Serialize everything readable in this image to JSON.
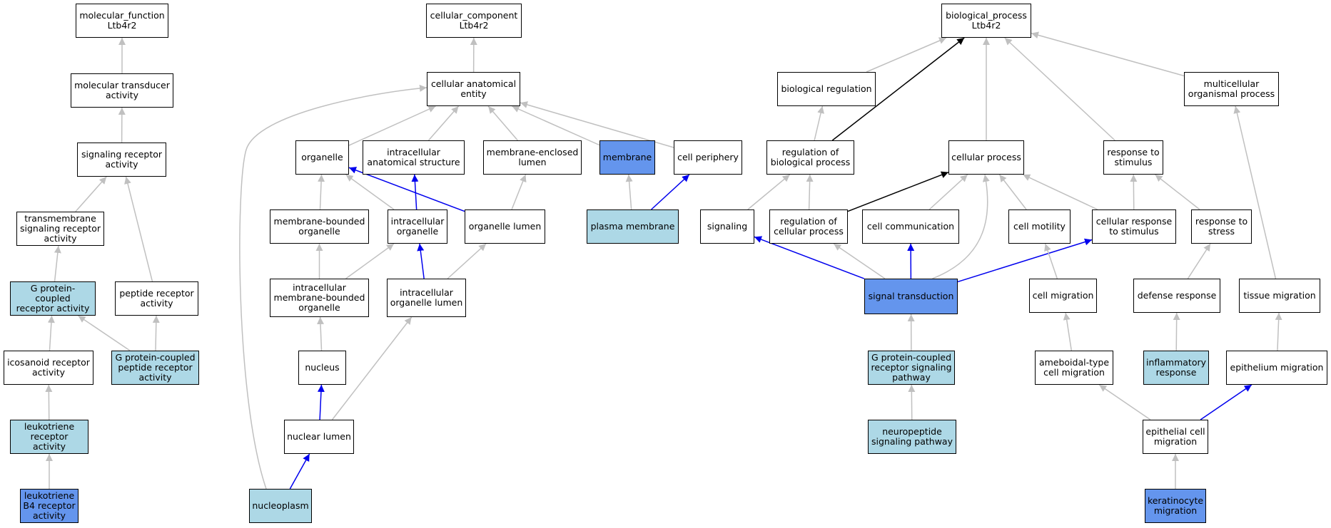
{
  "colors": {
    "light": "#add8e6",
    "strong": "#6495ed",
    "edge_gray": "#c0c0c0",
    "edge_blue": "#0000ee",
    "edge_black": "#000000"
  },
  "nodes": [
    {
      "id": "mf",
      "label": "molecular_function\nLtb4r2",
      "fill": "white"
    },
    {
      "id": "mta",
      "label": "molecular transducer\nactivity",
      "fill": "white"
    },
    {
      "id": "sra",
      "label": "signaling receptor\nactivity",
      "fill": "white"
    },
    {
      "id": "tsra",
      "label": "transmembrane\nsignaling receptor\nactivity",
      "fill": "white"
    },
    {
      "id": "gpcr",
      "label": "G protein-coupled\nreceptor activity",
      "fill": "light"
    },
    {
      "id": "pra",
      "label": "peptide receptor\nactivity",
      "fill": "white"
    },
    {
      "id": "ira",
      "label": "icosanoid receptor\nactivity",
      "fill": "white"
    },
    {
      "id": "gpprc",
      "label": "G protein-coupled\npeptide receptor\nactivity",
      "fill": "light"
    },
    {
      "id": "lra",
      "label": "leukotriene\nreceptor activity",
      "fill": "light"
    },
    {
      "id": "lb4",
      "label": "leukotriene\nB4 receptor\nactivity",
      "fill": "strong"
    },
    {
      "id": "cc",
      "label": "cellular_component\nLtb4r2",
      "fill": "white"
    },
    {
      "id": "cae",
      "label": "cellular anatomical\nentity",
      "fill": "white"
    },
    {
      "id": "org",
      "label": "organelle",
      "fill": "white"
    },
    {
      "id": "ias",
      "label": "intracellular\nanatomical structure",
      "fill": "white"
    },
    {
      "id": "mel",
      "label": "membrane-enclosed\nlumen",
      "fill": "white"
    },
    {
      "id": "mem",
      "label": "membrane",
      "fill": "strong"
    },
    {
      "id": "cp",
      "label": "cell periphery",
      "fill": "white"
    },
    {
      "id": "mbo",
      "label": "membrane-bounded\norganelle",
      "fill": "white"
    },
    {
      "id": "io",
      "label": "intracellular\norganelle",
      "fill": "white"
    },
    {
      "id": "ol",
      "label": "organelle lumen",
      "fill": "white"
    },
    {
      "id": "pm",
      "label": "plasma membrane",
      "fill": "light"
    },
    {
      "id": "imbo",
      "label": "intracellular\nmembrane-bounded\norganelle",
      "fill": "white"
    },
    {
      "id": "iol",
      "label": "intracellular\norganelle lumen",
      "fill": "white"
    },
    {
      "id": "nuc",
      "label": "nucleus",
      "fill": "white"
    },
    {
      "id": "nl",
      "label": "nuclear lumen",
      "fill": "white"
    },
    {
      "id": "np",
      "label": "nucleoplasm",
      "fill": "light"
    },
    {
      "id": "bp",
      "label": "biological_process\nLtb4r2",
      "fill": "white"
    },
    {
      "id": "br",
      "label": "biological regulation",
      "fill": "white"
    },
    {
      "id": "mop",
      "label": "multicellular\norganismal process",
      "fill": "white"
    },
    {
      "id": "rbp",
      "label": "regulation of\nbiological process",
      "fill": "white"
    },
    {
      "id": "cpr",
      "label": "cellular process",
      "fill": "white"
    },
    {
      "id": "rts",
      "label": "response to\nstimulus",
      "fill": "white"
    },
    {
      "id": "sig",
      "label": "signaling",
      "fill": "white"
    },
    {
      "id": "rcp",
      "label": "regulation of\ncellular process",
      "fill": "white"
    },
    {
      "id": "ccom",
      "label": "cell communication",
      "fill": "white"
    },
    {
      "id": "cmot",
      "label": "cell motility",
      "fill": "white"
    },
    {
      "id": "crs",
      "label": "cellular response\nto stimulus",
      "fill": "white"
    },
    {
      "id": "rst",
      "label": "response to\nstress",
      "fill": "white"
    },
    {
      "id": "st",
      "label": "signal transduction",
      "fill": "strong"
    },
    {
      "id": "cmig",
      "label": "cell migration",
      "fill": "white"
    },
    {
      "id": "dr",
      "label": "defense response",
      "fill": "white"
    },
    {
      "id": "tm",
      "label": "tissue migration",
      "fill": "white"
    },
    {
      "id": "gprs",
      "label": "G protein-coupled\nreceptor signaling\npathway",
      "fill": "light"
    },
    {
      "id": "acm",
      "label": "ameboidal-type\ncell migration",
      "fill": "white"
    },
    {
      "id": "ir",
      "label": "inflammatory\nresponse",
      "fill": "light"
    },
    {
      "id": "em",
      "label": "epithelium migration",
      "fill": "white"
    },
    {
      "id": "nsp",
      "label": "neuropeptide\nsignaling pathway",
      "fill": "light"
    },
    {
      "id": "ecm",
      "label": "epithelial cell\nmigration",
      "fill": "white"
    },
    {
      "id": "km",
      "label": "keratinocyte\nmigration",
      "fill": "strong"
    }
  ],
  "edges": [
    {
      "from": "mta",
      "to": "mf",
      "color": "gray"
    },
    {
      "from": "sra",
      "to": "mta",
      "color": "gray"
    },
    {
      "from": "tsra",
      "to": "sra",
      "color": "gray"
    },
    {
      "from": "pra",
      "to": "sra",
      "color": "gray"
    },
    {
      "from": "gpcr",
      "to": "tsra",
      "color": "gray"
    },
    {
      "from": "ira",
      "to": "gpcr",
      "color": "gray"
    },
    {
      "from": "gpprc",
      "to": "gpcr",
      "color": "gray"
    },
    {
      "from": "gpprc",
      "to": "pra",
      "color": "gray"
    },
    {
      "from": "lra",
      "to": "ira",
      "color": "gray"
    },
    {
      "from": "lb4",
      "to": "lra",
      "color": "gray"
    },
    {
      "from": "cae",
      "to": "cc",
      "color": "gray"
    },
    {
      "from": "org",
      "to": "cae",
      "color": "gray"
    },
    {
      "from": "ias",
      "to": "cae",
      "color": "gray"
    },
    {
      "from": "mel",
      "to": "cae",
      "color": "gray"
    },
    {
      "from": "mem",
      "to": "cae",
      "color": "gray"
    },
    {
      "from": "cp",
      "to": "cae",
      "color": "gray"
    },
    {
      "from": "np",
      "to": "cae",
      "color": "gray",
      "curve": true
    },
    {
      "from": "mbo",
      "to": "org",
      "color": "gray"
    },
    {
      "from": "io",
      "to": "org",
      "color": "gray"
    },
    {
      "from": "ol",
      "to": "org",
      "color": "blue"
    },
    {
      "from": "io",
      "to": "ias",
      "color": "blue"
    },
    {
      "from": "ol",
      "to": "mel",
      "color": "gray"
    },
    {
      "from": "pm",
      "to": "mem",
      "color": "gray"
    },
    {
      "from": "pm",
      "to": "cp",
      "color": "blue"
    },
    {
      "from": "imbo",
      "to": "mbo",
      "color": "gray"
    },
    {
      "from": "imbo",
      "to": "io",
      "color": "gray"
    },
    {
      "from": "iol",
      "to": "io",
      "color": "blue"
    },
    {
      "from": "iol",
      "to": "ol",
      "color": "gray"
    },
    {
      "from": "nuc",
      "to": "imbo",
      "color": "gray"
    },
    {
      "from": "nl",
      "to": "nuc",
      "color": "blue"
    },
    {
      "from": "nl",
      "to": "iol",
      "color": "gray"
    },
    {
      "from": "np",
      "to": "nl",
      "color": "blue"
    },
    {
      "from": "br",
      "to": "bp",
      "color": "gray"
    },
    {
      "from": "rbp",
      "to": "bp",
      "color": "black"
    },
    {
      "from": "cpr",
      "to": "bp",
      "color": "gray"
    },
    {
      "from": "rts",
      "to": "bp",
      "color": "gray"
    },
    {
      "from": "mop",
      "to": "bp",
      "color": "gray"
    },
    {
      "from": "rbp",
      "to": "br",
      "color": "gray"
    },
    {
      "from": "sig",
      "to": "rbp",
      "color": "gray"
    },
    {
      "from": "rcp",
      "to": "rbp",
      "color": "gray"
    },
    {
      "from": "rcp",
      "to": "cpr",
      "color": "black"
    },
    {
      "from": "ccom",
      "to": "cpr",
      "color": "gray"
    },
    {
      "from": "cmot",
      "to": "cpr",
      "color": "gray"
    },
    {
      "from": "crs",
      "to": "cpr",
      "color": "gray"
    },
    {
      "from": "st",
      "to": "cpr",
      "color": "gray",
      "curve": true
    },
    {
      "from": "crs",
      "to": "rts",
      "color": "gray"
    },
    {
      "from": "rst",
      "to": "rts",
      "color": "gray"
    },
    {
      "from": "tm",
      "to": "mop",
      "color": "gray"
    },
    {
      "from": "st",
      "to": "sig",
      "color": "blue"
    },
    {
      "from": "st",
      "to": "rcp",
      "color": "gray"
    },
    {
      "from": "st",
      "to": "ccom",
      "color": "blue"
    },
    {
      "from": "st",
      "to": "crs",
      "color": "blue"
    },
    {
      "from": "cmig",
      "to": "cmot",
      "color": "gray"
    },
    {
      "from": "dr",
      "to": "rst",
      "color": "gray"
    },
    {
      "from": "gprs",
      "to": "st",
      "color": "gray"
    },
    {
      "from": "acm",
      "to": "cmig",
      "color": "gray"
    },
    {
      "from": "ir",
      "to": "dr",
      "color": "gray"
    },
    {
      "from": "em",
      "to": "tm",
      "color": "gray"
    },
    {
      "from": "nsp",
      "to": "gprs",
      "color": "gray"
    },
    {
      "from": "ecm",
      "to": "acm",
      "color": "gray"
    },
    {
      "from": "ecm",
      "to": "em",
      "color": "blue"
    },
    {
      "from": "km",
      "to": "ecm",
      "color": "gray"
    }
  ]
}
